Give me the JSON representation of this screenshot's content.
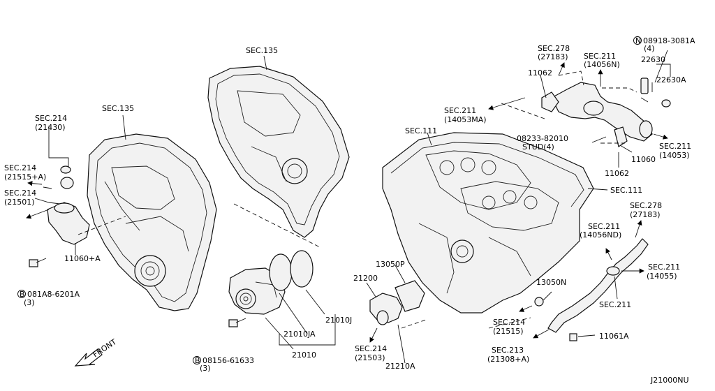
{
  "diagram_id": "J21000NU",
  "front_label": "FRONT",
  "labels": {
    "sec135_left": "SEC.135",
    "sec135_top": "SEC.135",
    "sec214_a_1": "SEC.214",
    "sec214_a_2": "(21430)",
    "sec214_b_1": "SEC.214",
    "sec214_b_2": "(21515+A)",
    "sec214_c_1": "SEC.214",
    "sec214_c_2": "(21501)",
    "p11060a": "11060+A",
    "bolt1_1": "081A8-6201A",
    "bolt1_2": "(3)",
    "bolt2_1": "08156-61633",
    "bolt2_2": "(3)",
    "p21010j": "21010J",
    "p21010ja": "21010JA",
    "p21010": "21010",
    "p21200": "21200",
    "p13050p": "13050P",
    "sec214_d_1": "SEC.214",
    "sec214_d_2": "(21503)",
    "p21210a": "21210A",
    "sec111_top": "SEC.111",
    "sec111_right": "SEC.111",
    "sec211_ma_1": "SEC.211",
    "sec211_ma_2": "(14053MA)",
    "sec278_top_1": "SEC.278",
    "sec278_top_2": "(27183)",
    "sec211_n_1": "SEC.211",
    "sec211_n_2": "(14056N)",
    "p11062_top": "11062",
    "nut_1": "08918-3081A",
    "nut_2": "(4)",
    "p22630": "22630",
    "p22630a": "22630A",
    "stud_1": "08233-82010",
    "stud_2": "STUD(4)",
    "sec211_14053_1": "SEC.211",
    "sec211_14053_2": "(14053)",
    "p11060": "11060",
    "p11062_bot": "11062",
    "sec278_right_1": "SEC.278",
    "sec278_right_2": "(27183)",
    "sec211_nd_1": "SEC.211",
    "sec211_nd_2": "(14056ND)",
    "sec211_14055_1": "SEC.211",
    "sec211_14055_2": "(14055)",
    "sec211_plain": "SEC.211",
    "p13050n": "13050N",
    "sec214_e_1": "SEC.214",
    "sec214_e_2": "(21515)",
    "p11061a": "11061A",
    "sec213_1": "SEC.213",
    "sec213_2": "(21308+A)"
  },
  "callout_symbols": {
    "bolt": "B",
    "nut": "N"
  }
}
